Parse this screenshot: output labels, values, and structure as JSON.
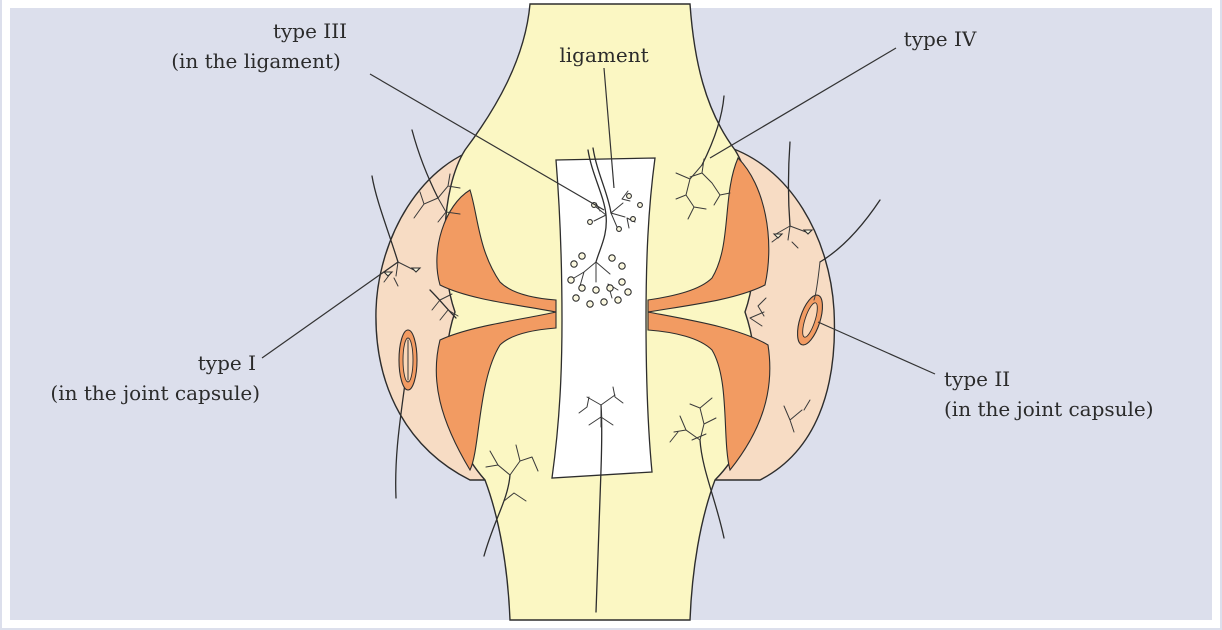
{
  "labels": {
    "type_iii_line1": "type III",
    "type_iii_line2": "(in the ligament)",
    "ligament": "ligament",
    "type_iv": "type IV",
    "type_i_line1": "type I",
    "type_i_line2": "(in the joint capsule)",
    "type_ii_line1": "type II",
    "type_ii_line2": "(in the joint capsule)"
  },
  "colors": {
    "page_background": "#dcdfec",
    "bone": "#fbf7c3",
    "joint_capsule": "#f7dcc4",
    "cartilage": "#f29b62",
    "ligament": "#ffffff",
    "outline": "#2d2d2d"
  }
}
